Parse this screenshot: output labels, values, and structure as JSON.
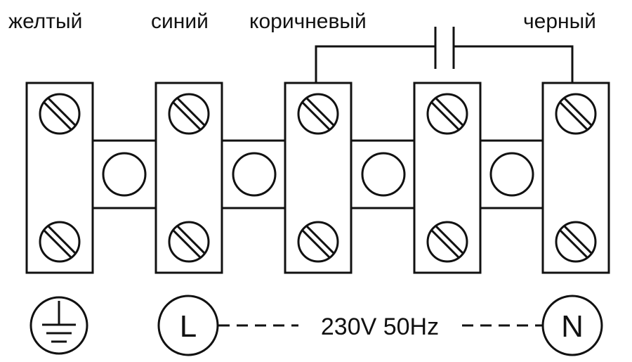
{
  "labels": {
    "yellow": "желтый",
    "blue": "синий",
    "brown": "коричневый",
    "black": "черный"
  },
  "symbols": {
    "ground": "ground-icon",
    "line": "L",
    "neutral": "N"
  },
  "supply": "230V 50Hz",
  "colors": {
    "stroke": "#111111",
    "fill": "#ffffff",
    "bridge_fill": "#ffffff"
  }
}
